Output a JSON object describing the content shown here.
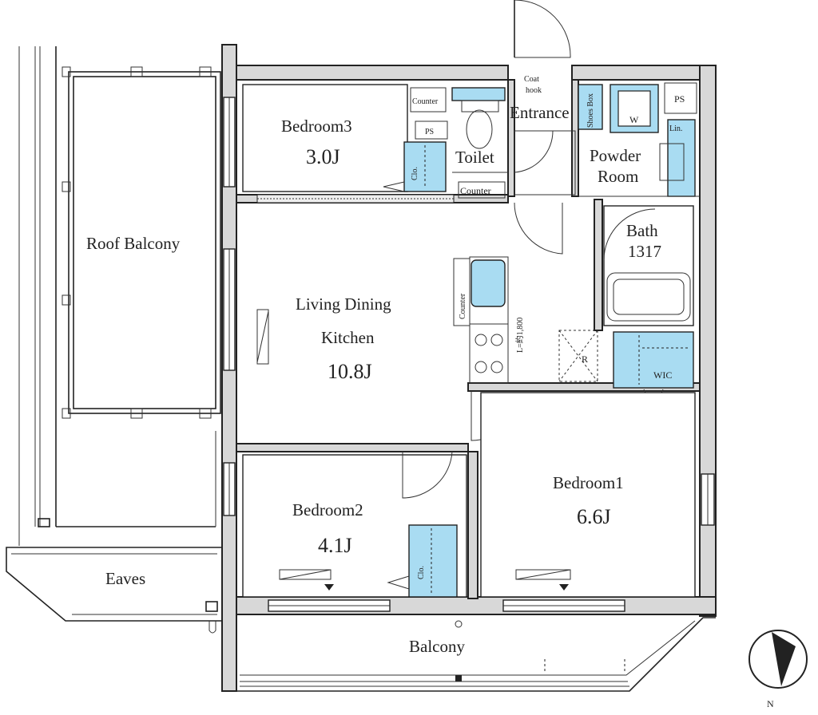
{
  "rooms": {
    "bedroom3": {
      "name": "Bedroom3",
      "size": "3.0J"
    },
    "ldk": {
      "name_line1": "Living Dining",
      "name_line2": "Kitchen",
      "size": "10.8J"
    },
    "bedroom2": {
      "name": "Bedroom2",
      "size": "4.1J"
    },
    "bedroom1": {
      "name": "Bedroom1",
      "size": "6.6J"
    },
    "bath": {
      "name": "Bath",
      "size": "1317"
    },
    "powder": {
      "name_line1": "Powder",
      "name_line2": "Room"
    },
    "toilet": {
      "name": "Toilet"
    },
    "entrance": {
      "name": "Entrance"
    },
    "roof_balcony": {
      "name": "Roof Balcony"
    },
    "balcony": {
      "name": "Balcony"
    },
    "eaves": {
      "name": "Eaves"
    }
  },
  "fixtures": {
    "counter": "Counter",
    "ps": "PS",
    "clo": "Clo.",
    "coat_hook_line1": "Coat",
    "coat_hook_line2": "hook",
    "shoes_box": "Shoes Box",
    "w": "W",
    "lin": "Lin.",
    "wic": "WIC",
    "refrigerator": "R",
    "kitchen_length": "L=約1,800"
  },
  "compass": {
    "north": "N"
  },
  "colors": {
    "storage": "#a9dcf2",
    "wall": "#d8d8d8",
    "line": "#222222"
  }
}
